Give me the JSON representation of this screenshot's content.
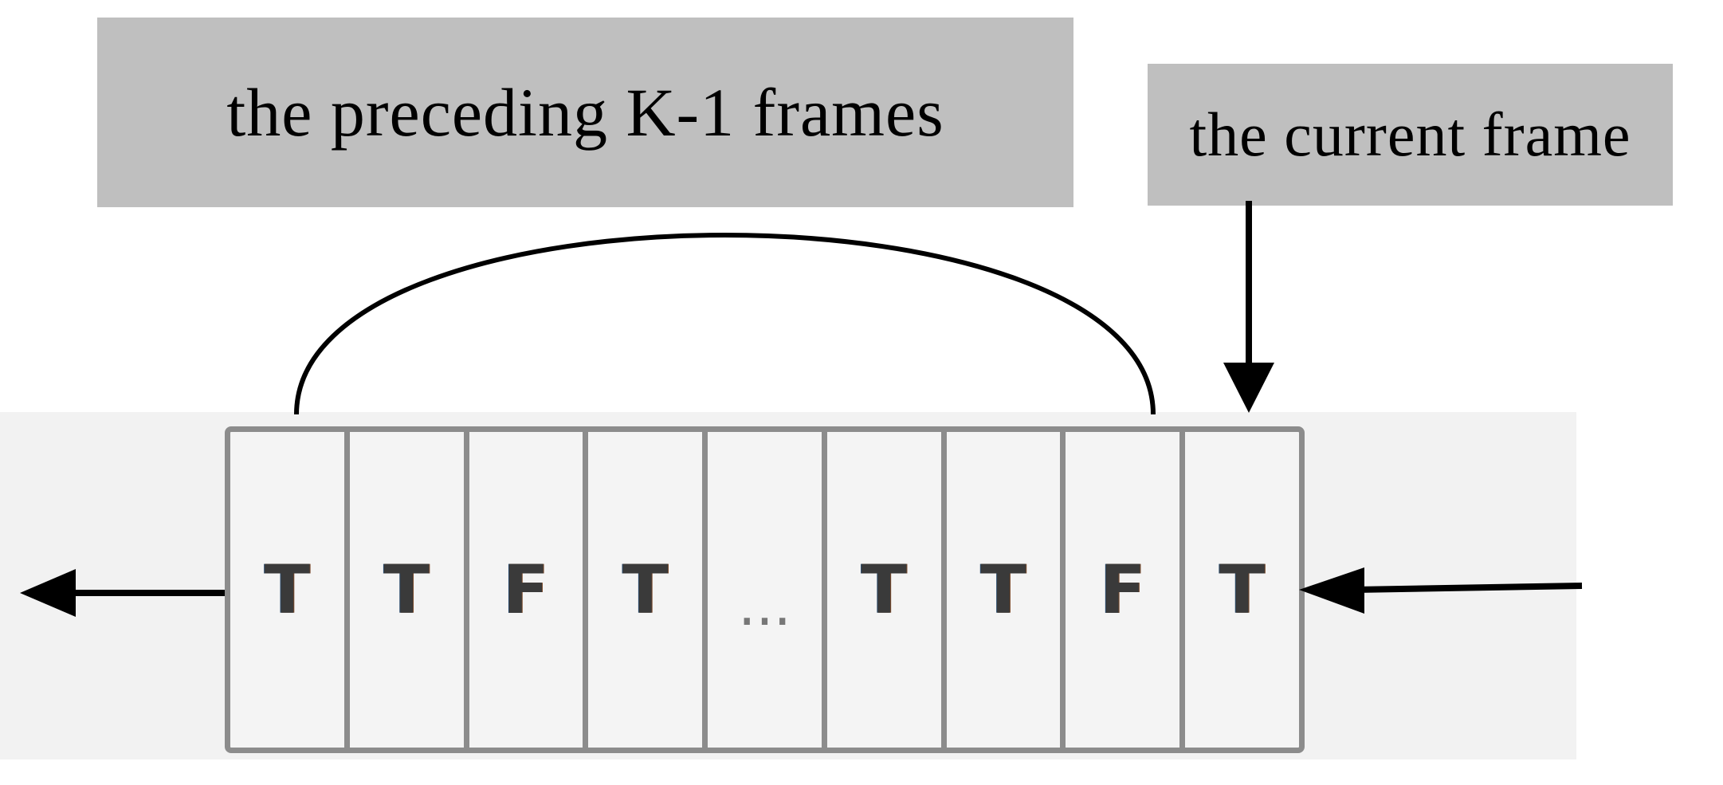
{
  "labels": {
    "preceding": "the preceding K-1 frames",
    "current": "the current frame"
  },
  "buffer": {
    "cells": [
      "T",
      "T",
      "F",
      "T",
      "...",
      "T",
      "T",
      "F",
      "T"
    ]
  },
  "colors": {
    "label_fill": "#bfbfbf",
    "cell_border": "#8c8c8c",
    "background_band": "#f2f2f2",
    "arrow": "#000000"
  },
  "icons": {
    "incoming": "arrow-left-icon",
    "outgoing": "arrow-left-icon",
    "current_pointer": "arrow-down-icon"
  }
}
